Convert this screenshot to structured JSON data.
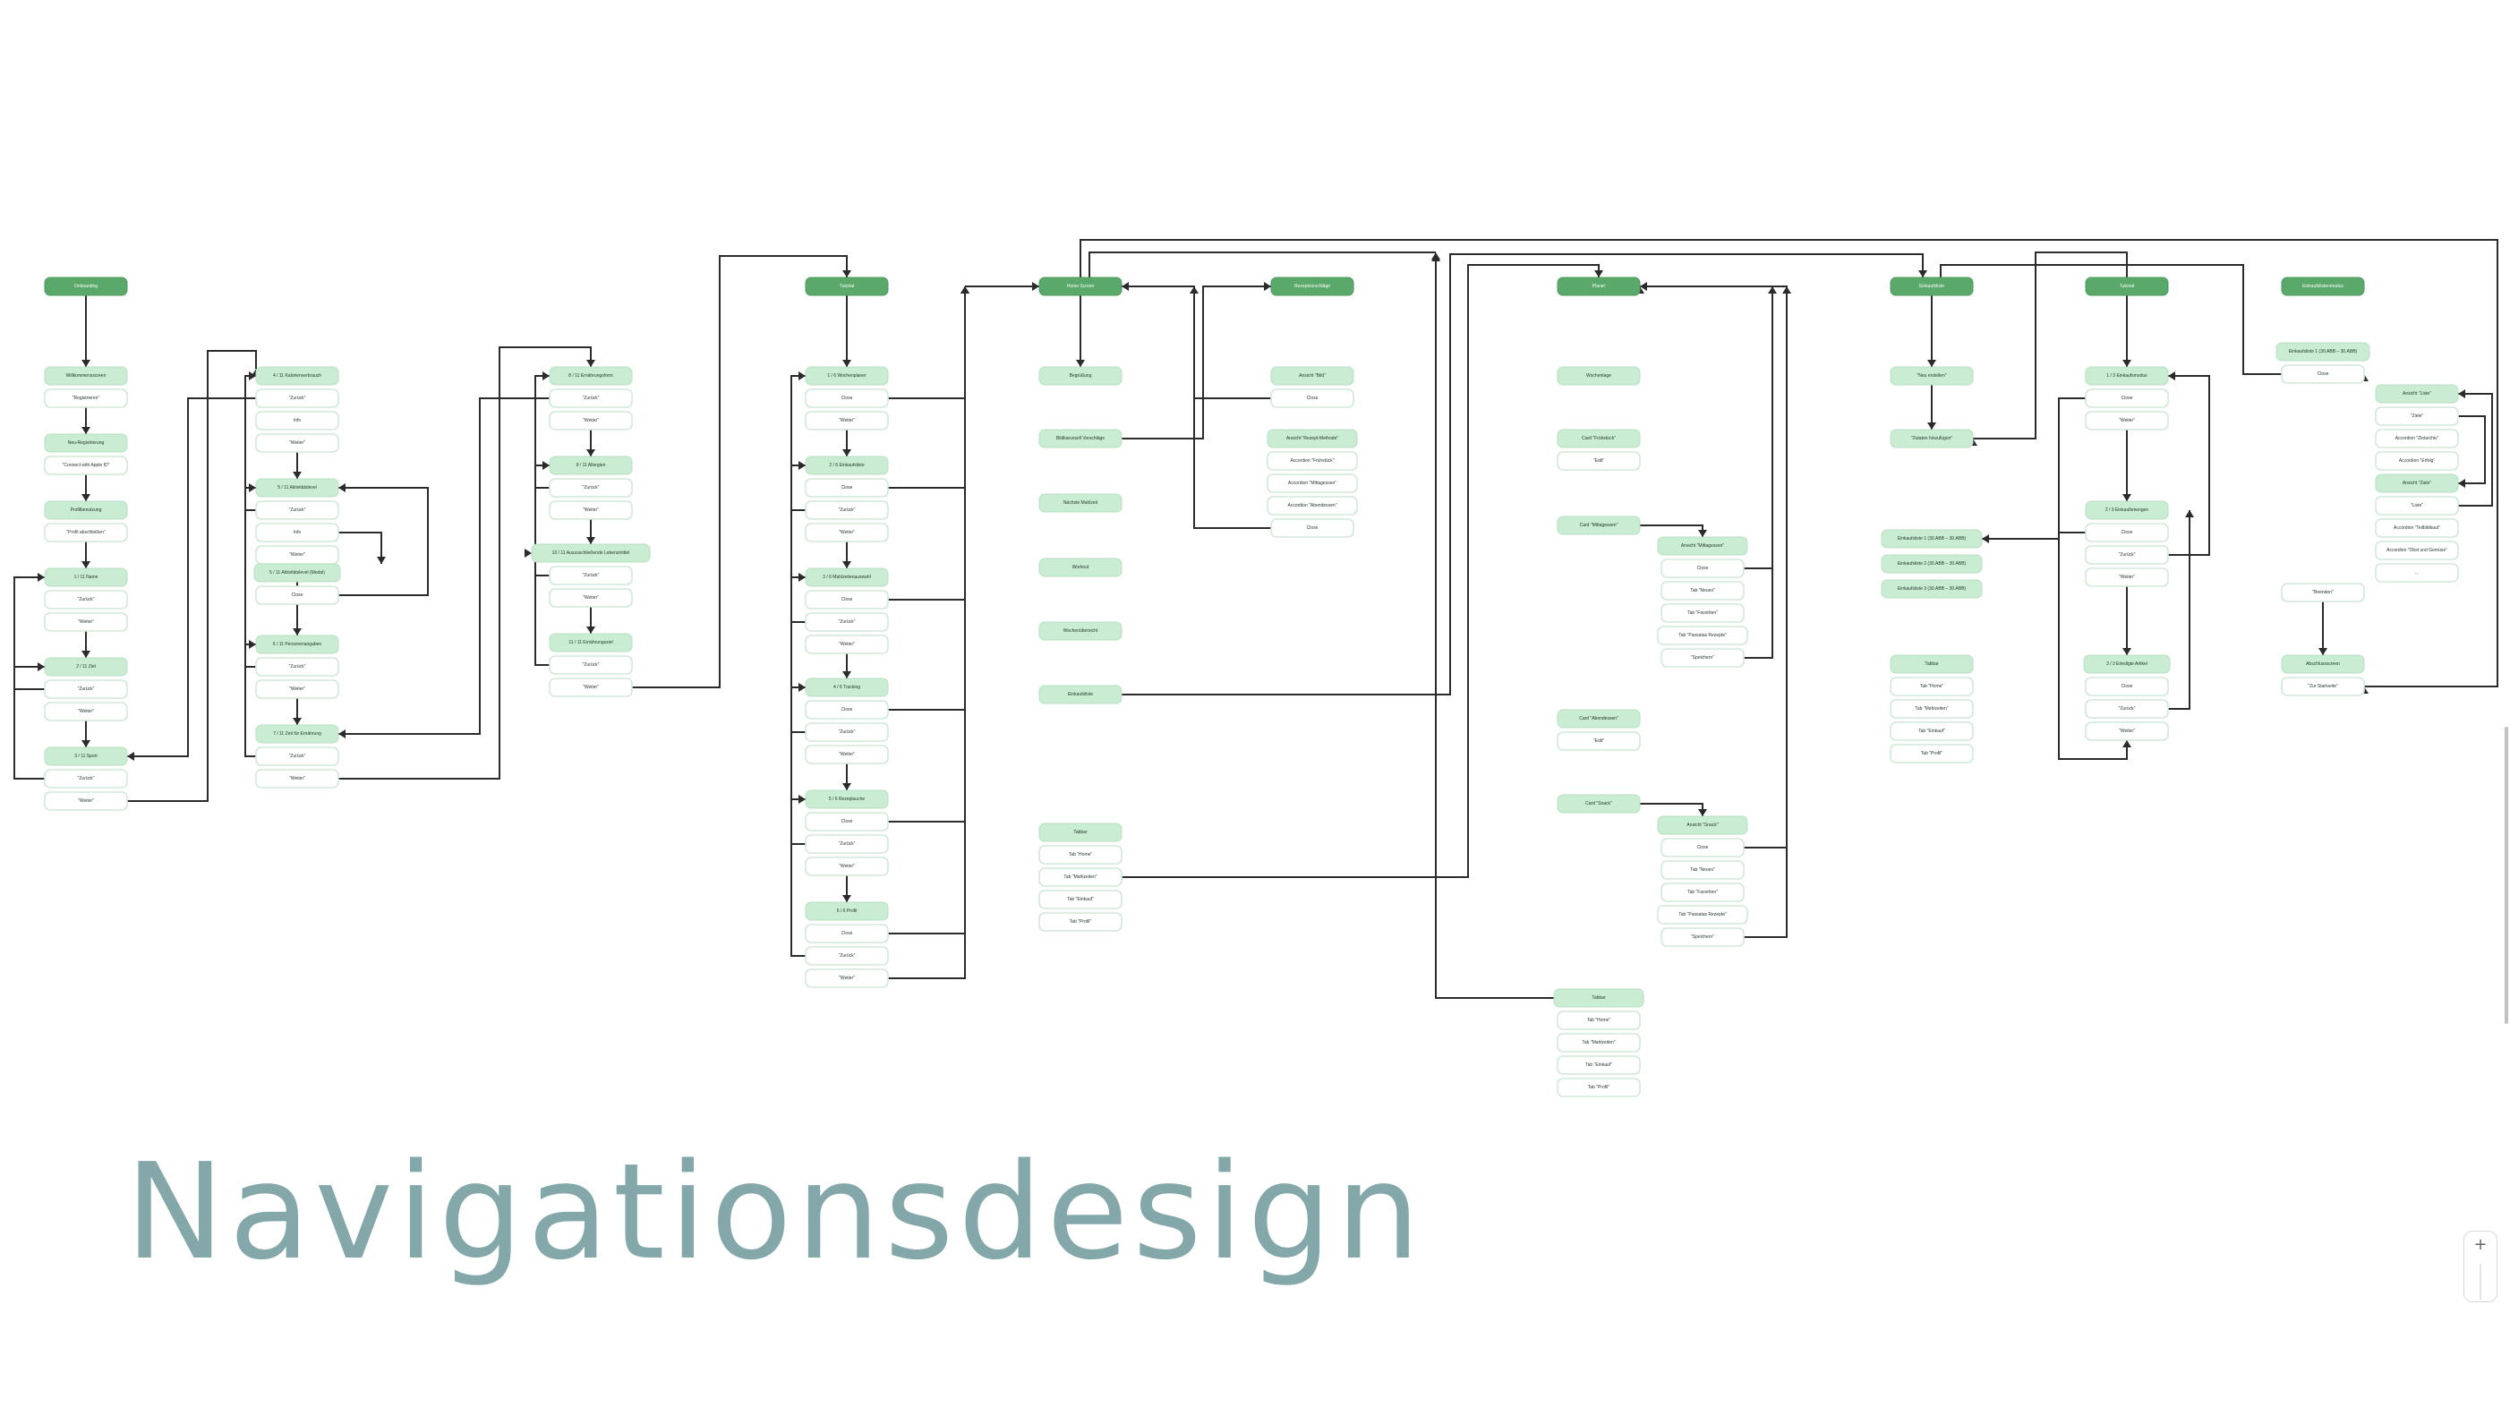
{
  "title": "Navigationsdesign",
  "zoom": {
    "plus_label": "+"
  },
  "colors": {
    "primary": "#5aa86a",
    "light": "#c9ecd2",
    "outline": "#cfe9d7",
    "edge": "#2b2b2b",
    "title": "#84a8aa"
  },
  "nodes": [
    {
      "id": "a0",
      "text": "Onboarding",
      "style": "dark"
    },
    {
      "id": "a1",
      "text": "Willkommensscreen",
      "style": "light"
    },
    {
      "id": "a2",
      "text": "\"Registrieren\"",
      "style": "white"
    },
    {
      "id": "a3",
      "text": "Neu-Registrierung",
      "style": "light"
    },
    {
      "id": "a4",
      "text": "\"Connect with Apple ID\"",
      "style": "white"
    },
    {
      "id": "a5",
      "text": "Profilbenutzung",
      "style": "light"
    },
    {
      "id": "a6",
      "text": "\"Profil abschließen\"",
      "style": "white"
    },
    {
      "id": "a7",
      "text": "1 / 11 Name",
      "style": "light"
    },
    {
      "id": "a8",
      "text": "\"Zurück\"",
      "style": "white"
    },
    {
      "id": "a9",
      "text": "\"Weiter\"",
      "style": "white"
    },
    {
      "id": "a10",
      "text": "2 / 11 Ziel",
      "style": "light"
    },
    {
      "id": "a11",
      "text": "\"Zurück\"",
      "style": "white"
    },
    {
      "id": "a12",
      "text": "\"Weiter\"",
      "style": "white"
    },
    {
      "id": "a13",
      "text": "3 / 11 Sport",
      "style": "light"
    },
    {
      "id": "a14",
      "text": "\"Zurück\"",
      "style": "white"
    },
    {
      "id": "a15",
      "text": "\"Weiter\"",
      "style": "white"
    },
    {
      "id": "b0",
      "text": "4 / 11 Kalorienverbrauch",
      "style": "light"
    },
    {
      "id": "b1",
      "text": "\"Zurück\"",
      "style": "white"
    },
    {
      "id": "b2",
      "text": "Info",
      "style": "white"
    },
    {
      "id": "b3",
      "text": "\"Weiter\"",
      "style": "white"
    },
    {
      "id": "b4",
      "text": "5 / 11 Aktivitätslevel",
      "style": "light"
    },
    {
      "id": "b5",
      "text": "\"Zurück\"",
      "style": "white"
    },
    {
      "id": "b6",
      "text": "Info",
      "style": "white"
    },
    {
      "id": "b7",
      "text": "\"Weiter\"",
      "style": "white"
    },
    {
      "id": "b8",
      "text": "5 / 11 Aktivitätslevel (Modal)",
      "style": "light"
    },
    {
      "id": "b9",
      "text": "Close",
      "style": "white"
    },
    {
      "id": "b10",
      "text": "6 / 11 Personenangaben",
      "style": "light"
    },
    {
      "id": "b11",
      "text": "\"Zurück\"",
      "style": "white"
    },
    {
      "id": "b12",
      "text": "\"Weiter\"",
      "style": "white"
    },
    {
      "id": "b13",
      "text": "7 / 11 Zeit für Ernährung",
      "style": "light"
    },
    {
      "id": "b14",
      "text": "\"Zurück\"",
      "style": "white"
    },
    {
      "id": "b15",
      "text": "\"Weiter\"",
      "style": "white"
    },
    {
      "id": "c0",
      "text": "8 / 11 Ernährungsform",
      "style": "light"
    },
    {
      "id": "c1",
      "text": "\"Zurück\"",
      "style": "white"
    },
    {
      "id": "c2",
      "text": "\"Weiter\"",
      "style": "white"
    },
    {
      "id": "c3",
      "text": "9 / 11 Allergien",
      "style": "light"
    },
    {
      "id": "c4",
      "text": "\"Zurück\"",
      "style": "white"
    },
    {
      "id": "c5",
      "text": "\"Weiter\"",
      "style": "white"
    },
    {
      "id": "c6",
      "text": "10 / 11 Auszuschließende Lebensmittel",
      "style": "light"
    },
    {
      "id": "c7",
      "text": "\"Zurück\"",
      "style": "white"
    },
    {
      "id": "c8",
      "text": "\"Weiter\"",
      "style": "white"
    },
    {
      "id": "c9",
      "text": "11 / 11 Ernährungsziel",
      "style": "light"
    },
    {
      "id": "c10",
      "text": "\"Zurück\"",
      "style": "white"
    },
    {
      "id": "c11",
      "text": "\"Weiter\"",
      "style": "white"
    },
    {
      "id": "d0",
      "text": "Tutorial",
      "style": "dark"
    },
    {
      "id": "d1",
      "text": "1 / 6 Wochenplaner",
      "style": "light"
    },
    {
      "id": "d2",
      "text": "Close",
      "style": "white"
    },
    {
      "id": "d3",
      "text": "\"Weiter\"",
      "style": "white"
    },
    {
      "id": "d4",
      "text": "2 / 6 Einkaufsliste",
      "style": "light"
    },
    {
      "id": "d5",
      "text": "Close",
      "style": "white"
    },
    {
      "id": "d6",
      "text": "\"Zurück\"",
      "style": "white"
    },
    {
      "id": "d7",
      "text": "\"Weiter\"",
      "style": "white"
    },
    {
      "id": "d8",
      "text": "3 / 6 Mahlzeitenauswahl",
      "style": "light"
    },
    {
      "id": "d9",
      "text": "Close",
      "style": "white"
    },
    {
      "id": "d10",
      "text": "\"Zurück\"",
      "style": "white"
    },
    {
      "id": "d11",
      "text": "\"Weiter\"",
      "style": "white"
    },
    {
      "id": "d12",
      "text": "4 / 6 Tracking",
      "style": "light"
    },
    {
      "id": "d13",
      "text": "Close",
      "style": "white"
    },
    {
      "id": "d14",
      "text": "\"Zurück\"",
      "style": "white"
    },
    {
      "id": "d15",
      "text": "\"Weiter\"",
      "style": "white"
    },
    {
      "id": "d16",
      "text": "5 / 6 Rezeptsuche",
      "style": "light"
    },
    {
      "id": "d17",
      "text": "Close",
      "style": "white"
    },
    {
      "id": "d18",
      "text": "\"Zurück\"",
      "style": "white"
    },
    {
      "id": "d19",
      "text": "\"Weiter\"",
      "style": "white"
    },
    {
      "id": "d20",
      "text": "6 / 6 Profil",
      "style": "light"
    },
    {
      "id": "d21",
      "text": "Close",
      "style": "white"
    },
    {
      "id": "d22",
      "text": "\"Zurück\"",
      "style": "white"
    },
    {
      "id": "d23",
      "text": "\"Weiter\"",
      "style": "white"
    },
    {
      "id": "e0",
      "text": "Home Screen",
      "style": "dark"
    },
    {
      "id": "e1",
      "text": "Begrüßung",
      "style": "light"
    },
    {
      "id": "e2",
      "text": "Bildkarussell Vorschläge",
      "style": "light"
    },
    {
      "id": "e3",
      "text": "Nächste Mahlzeit",
      "style": "light"
    },
    {
      "id": "e4",
      "text": "Workout",
      "style": "light"
    },
    {
      "id": "e5",
      "text": "Wochenübersicht",
      "style": "light"
    },
    {
      "id": "e6",
      "text": "Einkaufsliste",
      "style": "light"
    },
    {
      "id": "e7",
      "text": "Tabbar",
      "style": "light"
    },
    {
      "id": "e8",
      "text": "Tab \"Home\"",
      "style": "white"
    },
    {
      "id": "e9",
      "text": "Tab \"Mahlzeiten\"",
      "style": "white"
    },
    {
      "id": "e10",
      "text": "Tab \"Einkauf\"",
      "style": "white"
    },
    {
      "id": "e11",
      "text": "Tab \"Profil\"",
      "style": "white"
    },
    {
      "id": "f0",
      "text": "Rezeptvorschläge",
      "style": "dark"
    },
    {
      "id": "f1",
      "text": "Ansicht \"Bild\"",
      "style": "light"
    },
    {
      "id": "f2",
      "text": "Close",
      "style": "white"
    },
    {
      "id": "f3",
      "text": "Ansicht \"Rezept-Methode\"",
      "style": "light"
    },
    {
      "id": "f4",
      "text": "Accordion \"Frühstück\"",
      "style": "white"
    },
    {
      "id": "f5",
      "text": "Accordion \"Mittagessen\"",
      "style": "white"
    },
    {
      "id": "f6",
      "text": "Accordion \"Abendessen\"",
      "style": "white"
    },
    {
      "id": "f7",
      "text": "Close",
      "style": "white"
    },
    {
      "id": "g0",
      "text": "Planer",
      "style": "dark"
    },
    {
      "id": "g1",
      "text": "Wochentage",
      "style": "light"
    },
    {
      "id": "g2",
      "text": "Card \"Frühstück\"",
      "style": "light"
    },
    {
      "id": "g3",
      "text": "\"Edit\"",
      "style": "white"
    },
    {
      "id": "g4",
      "text": "Card \"Mittagessen\"",
      "style": "light"
    },
    {
      "id": "g5",
      "text": "Card \"Abendessen\"",
      "style": "light"
    },
    {
      "id": "g6",
      "text": "\"Edit\"",
      "style": "white"
    },
    {
      "id": "g7",
      "text": "Card \"Snack\"",
      "style": "light"
    },
    {
      "id": "g8",
      "text": "Tabbar",
      "style": "light"
    },
    {
      "id": "g9",
      "text": "Tab \"Home\"",
      "style": "white"
    },
    {
      "id": "g10",
      "text": "Tab \"Mahlzeiten\"",
      "style": "white"
    },
    {
      "id": "g11",
      "text": "Tab \"Einkauf\"",
      "style": "white"
    },
    {
      "id": "g12",
      "text": "Tab \"Profil\"",
      "style": "white"
    },
    {
      "id": "h0",
      "text": "Ansicht \"Mittagessen\"",
      "style": "light"
    },
    {
      "id": "h1",
      "text": "Close",
      "style": "white"
    },
    {
      "id": "h2",
      "text": "Tab \"Neues\"",
      "style": "white"
    },
    {
      "id": "h3",
      "text": "Tab \"Favoriten\"",
      "style": "white"
    },
    {
      "id": "h4",
      "text": "Tab \"Passatas Rezepte\"",
      "style": "white"
    },
    {
      "id": "h5",
      "text": "\"Speichern\"",
      "style": "white"
    },
    {
      "id": "h6",
      "text": "Ansicht \"Snack\"",
      "style": "light"
    },
    {
      "id": "h7",
      "text": "Close",
      "style": "white"
    },
    {
      "id": "h8",
      "text": "Tab \"Neues\"",
      "style": "white"
    },
    {
      "id": "h9",
      "text": "Tab \"Favoriten\"",
      "style": "white"
    },
    {
      "id": "h10",
      "text": "Tab \"Passatas Rezepte\"",
      "style": "white"
    },
    {
      "id": "h11",
      "text": "\"Speichern\"",
      "style": "white"
    },
    {
      "id": "i0",
      "text": "Einkaufsliste",
      "style": "dark"
    },
    {
      "id": "i1",
      "text": "\"Neu erstellen\"",
      "style": "light"
    },
    {
      "id": "i2",
      "text": "\"Zutaten hinzufügen\"",
      "style": "light"
    },
    {
      "id": "i3",
      "text": "Einkaufsliste 1 (30.ABB – 30.ABB)",
      "style": "light"
    },
    {
      "id": "i4",
      "text": "Einkaufsliste 2 (30.ABB – 30.ABB)",
      "style": "light"
    },
    {
      "id": "i5",
      "text": "Einkaufsliste 3 (30.ABB – 30.ABB)",
      "style": "light"
    },
    {
      "id": "i6",
      "text": "Tabbar",
      "style": "light"
    },
    {
      "id": "i7",
      "text": "Tab \"Home\"",
      "style": "white"
    },
    {
      "id": "i8",
      "text": "Tab \"Mahlzeiten\"",
      "style": "white"
    },
    {
      "id": "i9",
      "text": "Tab \"Einkauf\"",
      "style": "white"
    },
    {
      "id": "i10",
      "text": "Tab \"Profil\"",
      "style": "white"
    },
    {
      "id": "j0",
      "text": "Tutorial",
      "style": "dark"
    },
    {
      "id": "j1",
      "text": "1 / 3 Einkaufsmodus",
      "style": "light"
    },
    {
      "id": "j2",
      "text": "Close",
      "style": "white"
    },
    {
      "id": "j3",
      "text": "\"Weiter\"",
      "style": "white"
    },
    {
      "id": "j4",
      "text": "2 / 3 Einkaufsmengen",
      "style": "light"
    },
    {
      "id": "j5",
      "text": "Close",
      "style": "white"
    },
    {
      "id": "j6",
      "text": "\"Zurück\"",
      "style": "white"
    },
    {
      "id": "j7",
      "text": "\"Weiter\"",
      "style": "white"
    },
    {
      "id": "j8",
      "text": "3 / 3 Erledigte Artikel",
      "style": "light"
    },
    {
      "id": "j9",
      "text": "Close",
      "style": "white"
    },
    {
      "id": "j10",
      "text": "\"Zurück\"",
      "style": "white"
    },
    {
      "id": "j11",
      "text": "\"Weiter\"",
      "style": "white"
    },
    {
      "id": "k0",
      "text": "Einkaufslistenmodus",
      "style": "dark"
    },
    {
      "id": "k1",
      "text": "Einkaufsliste 1 (30.ABB – 30.ABB)",
      "style": "light"
    },
    {
      "id": "k2",
      "text": "Close",
      "style": "white"
    },
    {
      "id": "k3",
      "text": "\"Beenden\"",
      "style": "white"
    },
    {
      "id": "k4",
      "text": "Abschlussscreen",
      "style": "light"
    },
    {
      "id": "k5",
      "text": "\"Zur Startseite\"",
      "style": "white"
    },
    {
      "id": "l0",
      "text": "Ansicht \"Liste\"",
      "style": "light"
    },
    {
      "id": "l1",
      "text": "\"Ziele\"",
      "style": "white"
    },
    {
      "id": "l2",
      "text": "Accordion \"Zielarchiv\"",
      "style": "white"
    },
    {
      "id": "l3",
      "text": "Accordion \"Erfolg\"",
      "style": "white"
    },
    {
      "id": "l4",
      "text": "Ansicht \"Ziele\"",
      "style": "light"
    },
    {
      "id": "l5",
      "text": "\"Liste\"",
      "style": "white"
    },
    {
      "id": "l6",
      "text": "Accordion \"Teilbildkaut\"",
      "style": "white"
    },
    {
      "id": "l7",
      "text": "Accordion \"Obst und Gemüse\"",
      "style": "white"
    },
    {
      "id": "l8",
      "text": "...",
      "style": "white"
    }
  ]
}
